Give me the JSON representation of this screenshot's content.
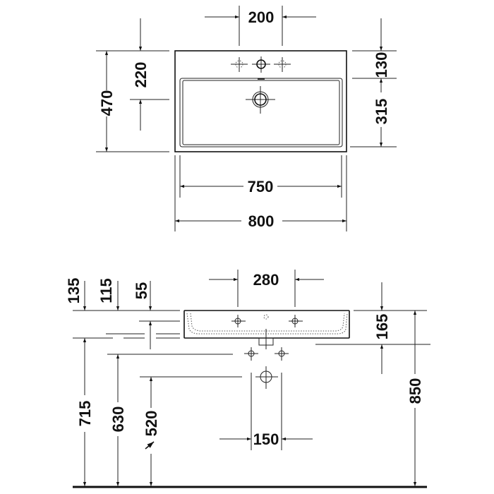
{
  "drawing": {
    "type": "washbasin technical dimension drawing",
    "top_view": {
      "dimensions": {
        "tap_hole_spacing": "200",
        "overall_depth": "470",
        "tap_to_drain": "220",
        "back_rim_to_bowl": "130",
        "bowl_depth": "315",
        "bowl_width": "750",
        "overall_width": "800"
      }
    },
    "front_view": {
      "dimensions": {
        "tap_spacing_front": "280",
        "rim_135": "135",
        "rim_115": "115",
        "rim_55": "55",
        "basin_height": "165",
        "height_715": "715",
        "height_630": "630",
        "height_520": "520",
        "waste_spacing": "150",
        "total_height": "850"
      }
    }
  }
}
